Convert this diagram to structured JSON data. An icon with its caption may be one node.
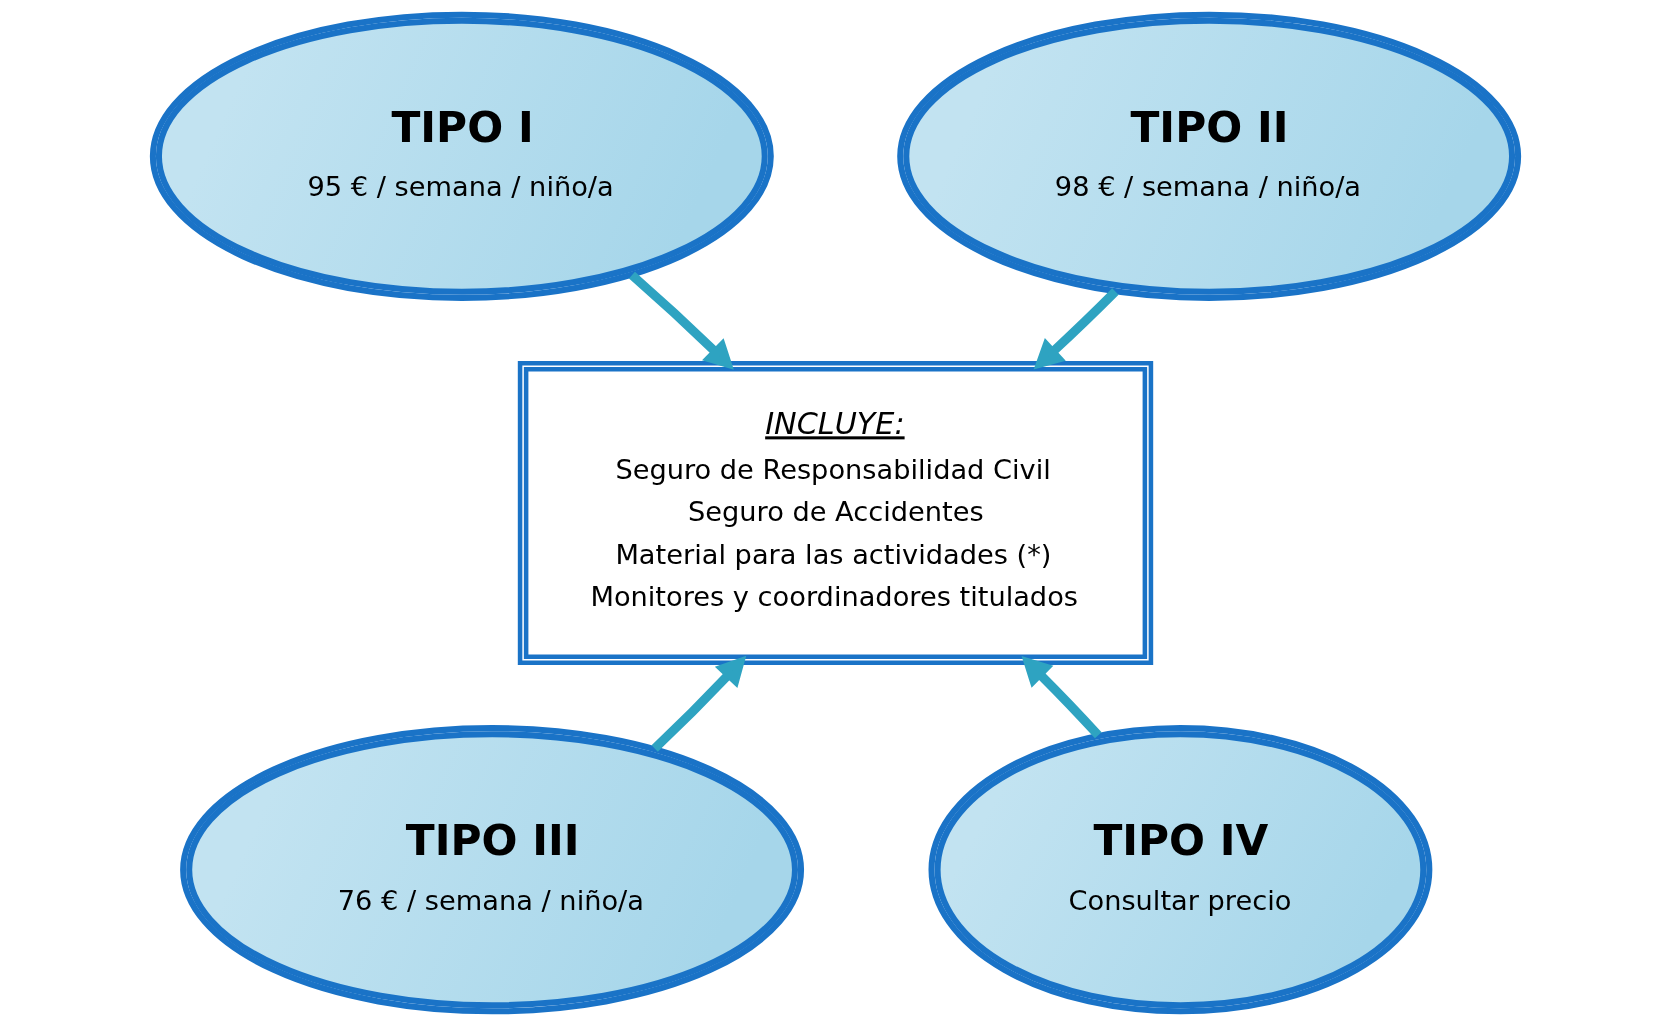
{
  "diagram": {
    "nodes": [
      {
        "text": [
          "TIPO I",
          "95 € / semana / niño/a"
        ]
      },
      {
        "text": [
          "TIPO II",
          "98 € / semana / niño/a"
        ]
      },
      {
        "text": [
          "INCLUYE:",
          "Seguro de Responsabilidad Civil",
          "Seguro de Accidentes",
          "Material para las actividades (*)",
          "Monitores y coordinadores titulados"
        ]
      },
      {
        "text": [
          "TIPO III",
          "76 € / semana / niño/a"
        ]
      },
      {
        "text": [
          "TIPO IV",
          "Consultar precio"
        ]
      }
    ],
    "edges": [
      {
        "from": 0,
        "to": 2,
        "arrow": "to"
      },
      {
        "from": 1,
        "to": 2,
        "arrow": "to"
      },
      {
        "from": 3,
        "to": 2,
        "arrow": "to"
      },
      {
        "from": 4,
        "to": 2,
        "arrow": "to"
      }
    ]
  }
}
